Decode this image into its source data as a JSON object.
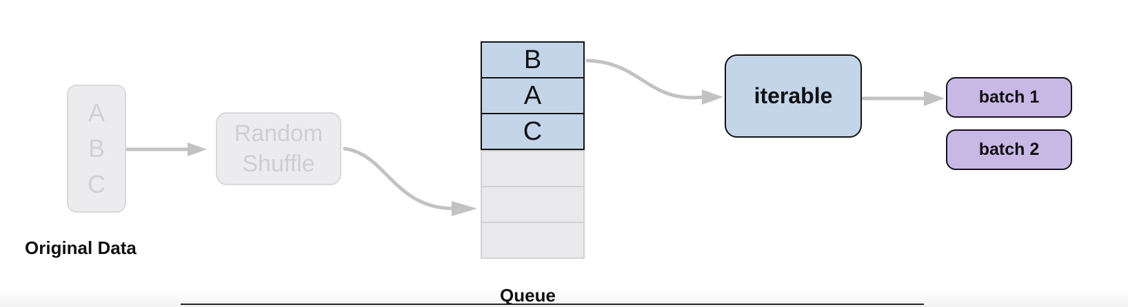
{
  "original_data": {
    "letters": [
      "A",
      "B",
      "C"
    ],
    "caption": "Original Data"
  },
  "random_shuffle": {
    "lines": [
      "Random",
      "Shuffle"
    ]
  },
  "queue": {
    "filled_cells": [
      "B",
      "A",
      "C"
    ],
    "empty_cell_count": 3,
    "caption": "Queue"
  },
  "iterable": {
    "label": "iterable"
  },
  "batches": [
    "batch 1",
    "batch 2"
  ],
  "colors": {
    "queue_fill": "#c3d5e8",
    "iterable_fill": "#c3d5e8",
    "batch_fill": "#c8b8e6",
    "faded_fill": "#ececee",
    "arrow": "#c2c2c2"
  },
  "icons": [
    "arrow-right-icon"
  ]
}
